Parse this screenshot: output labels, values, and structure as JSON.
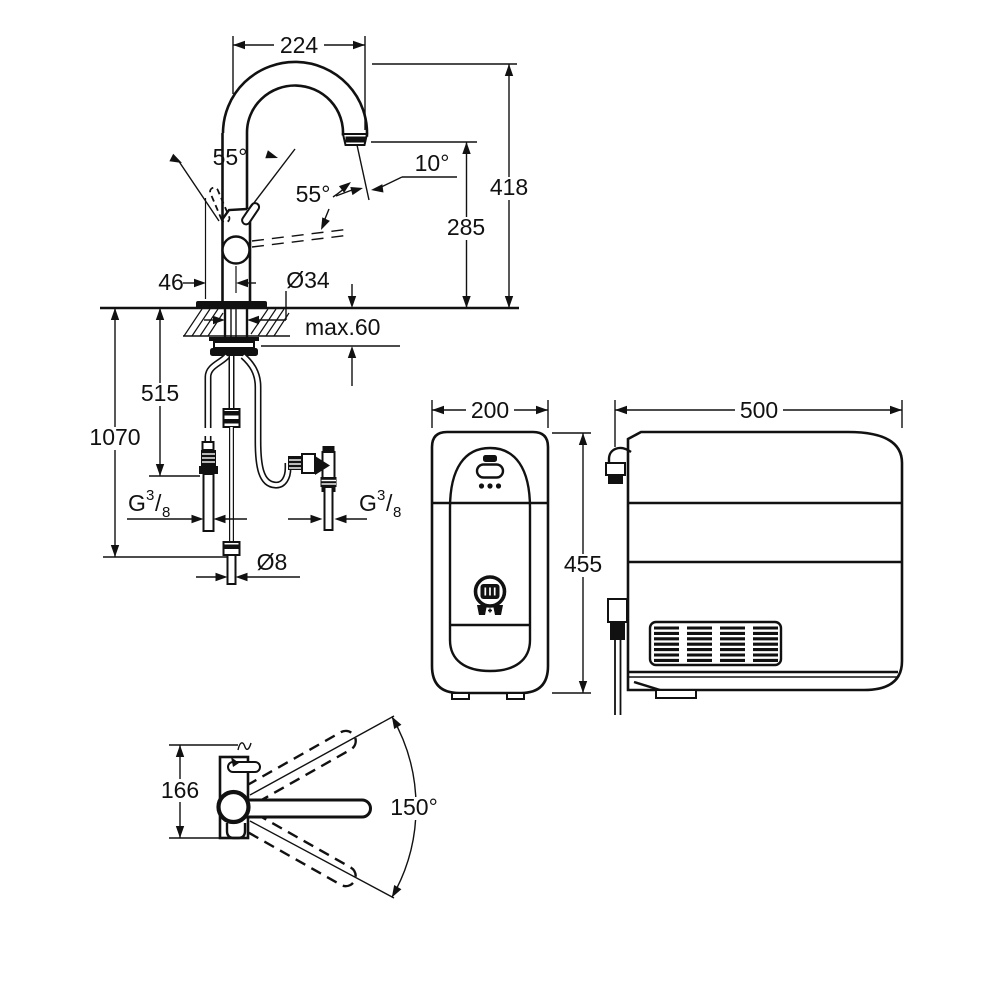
{
  "meta": {
    "title": "Kitchen faucet and cooler unit dimensional drawing",
    "background_color": "#ffffff",
    "line_color": "#111111"
  },
  "faucet_view": {
    "dims": {
      "spout_width": "224",
      "total_height": "418",
      "outlet_height": "285",
      "handle_offset": "46",
      "shank_diameter": "Ø34",
      "counter_thickness": "max.60",
      "handle_angle_back": "55°",
      "handle_angle_front": "55°",
      "spray_angle": "10°"
    }
  },
  "install_view": {
    "dims": {
      "hose_mid_length": "515",
      "hose_total_length": "1070",
      "hose_tip_diameter": "Ø8"
    },
    "thread_left": {
      "g": "G",
      "numerator": "3",
      "slash": "/",
      "denominator": "8"
    },
    "thread_right": {
      "g": "G",
      "numerator": "3",
      "slash": "/",
      "denominator": "8"
    }
  },
  "cooler_front_view": {
    "dims": {
      "width": "200",
      "height": "455"
    },
    "icons": [
      "indicator-slot-icon",
      "power-pill-icon",
      "status-dots-icon",
      "brand-badge-icon",
      "sparkling-plus-still-icon"
    ]
  },
  "cooler_side_view": {
    "dims": {
      "width": "500"
    },
    "features": [
      "hose-connector-icon",
      "vent-grille",
      "power-cable"
    ]
  },
  "top_view": {
    "dims": {
      "body_depth": "166",
      "swivel_angle": "150°"
    }
  }
}
